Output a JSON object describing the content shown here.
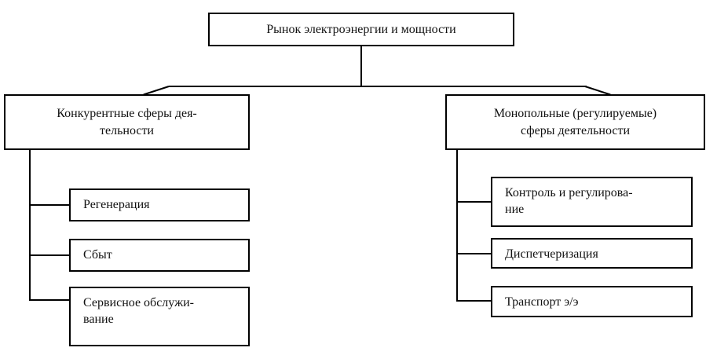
{
  "diagram": {
    "type": "hierarchy-tree",
    "orientation": "top-down",
    "background_color": "#ffffff",
    "line_color": "#000000",
    "text_color": "#111111",
    "root": {
      "id": "root",
      "label": "Рынок электроэнергии и мощности"
    },
    "branches": [
      {
        "id": "competitive",
        "label": "Конкурентные сферы дея-\nтельности",
        "children": [
          {
            "id": "regeneration",
            "label": "Регенерация"
          },
          {
            "id": "sales",
            "label": "Сбыт"
          },
          {
            "id": "service",
            "label": "Сервисное обслужи-\nвание"
          }
        ]
      },
      {
        "id": "monopoly",
        "label": "Монопольные (регулируемые)\nсферы деятельности",
        "children": [
          {
            "id": "control",
            "label": "Контроль и регулирова-\nние"
          },
          {
            "id": "dispatch",
            "label": "Диспетчеризация"
          },
          {
            "id": "transport",
            "label": "Транспорт э/э"
          }
        ]
      }
    ]
  }
}
